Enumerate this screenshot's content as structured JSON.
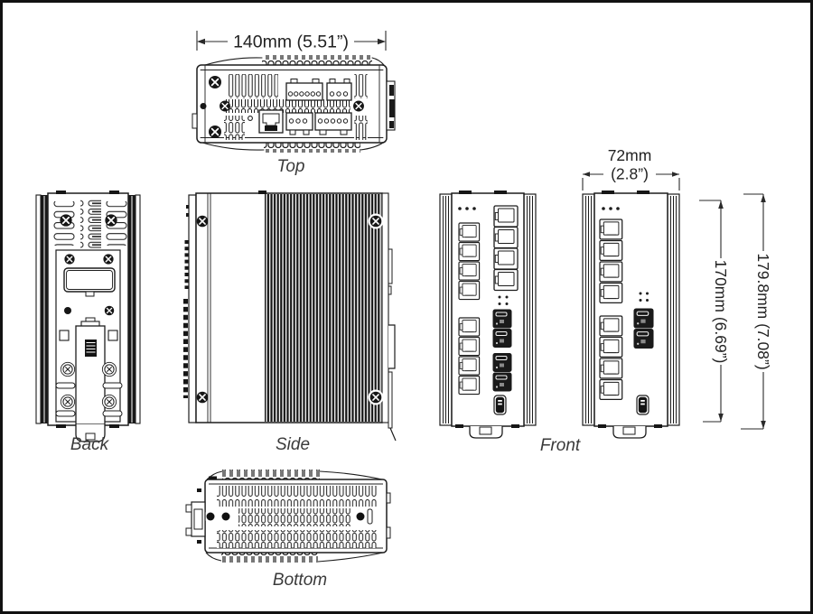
{
  "views": {
    "top": {
      "label": "Top"
    },
    "back": {
      "label": "Back"
    },
    "side": {
      "label": "Side"
    },
    "front": {
      "label": "Front"
    },
    "bottom": {
      "label": "Bottom"
    }
  },
  "dimensions": {
    "top_width": "140mm (5.51”)",
    "front_width": "72mm",
    "front_width_inches": "(2.8”)",
    "front_height_body": "170mm (6.69”)",
    "front_height_overall": "179.8mm (7.08”)"
  },
  "colors": {
    "line": "#1d1d1d",
    "dark_fill": "#161616",
    "label_text": "#3a3a3a"
  }
}
